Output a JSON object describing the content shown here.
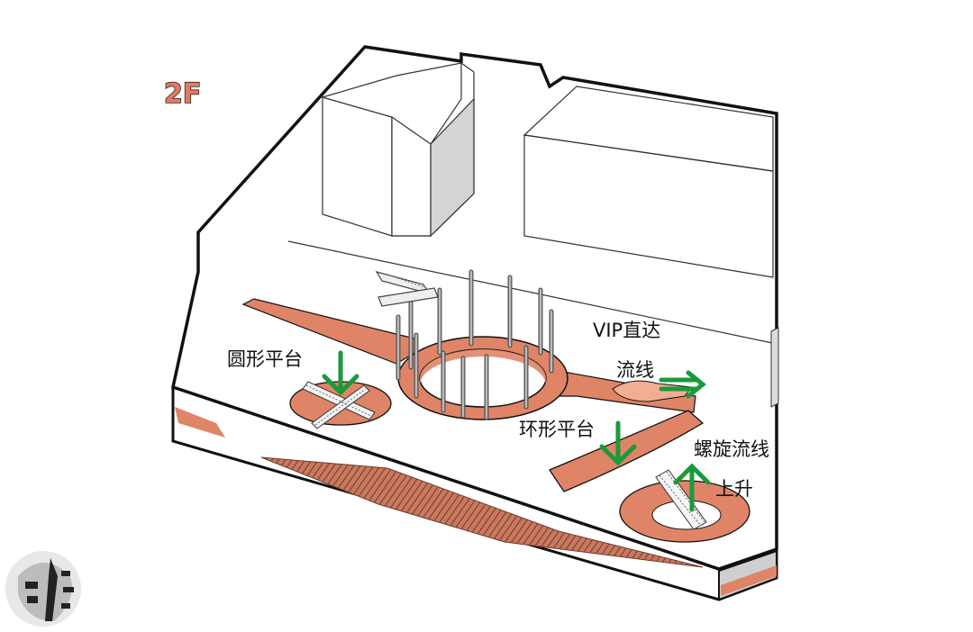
{
  "floor_label": "2F",
  "labels": {
    "circular_platform": "圆形平台",
    "vip_line_1": "VIP直达",
    "vip_line_2": "流线",
    "ring_platform": "环形平台",
    "spiral_line": "螺旋流线",
    "ascend": "上升"
  },
  "colors": {
    "floor_outline": "#111111",
    "platform_fill": "#df8467",
    "arrow_green": "#1b9a3c",
    "vip_arrow_fill": "#f2ad93",
    "building_side": "#d4d4d4"
  },
  "icons": {
    "escalator": "escalator-icon",
    "logo": "logo-icon",
    "arrow": "arrow-icon"
  }
}
